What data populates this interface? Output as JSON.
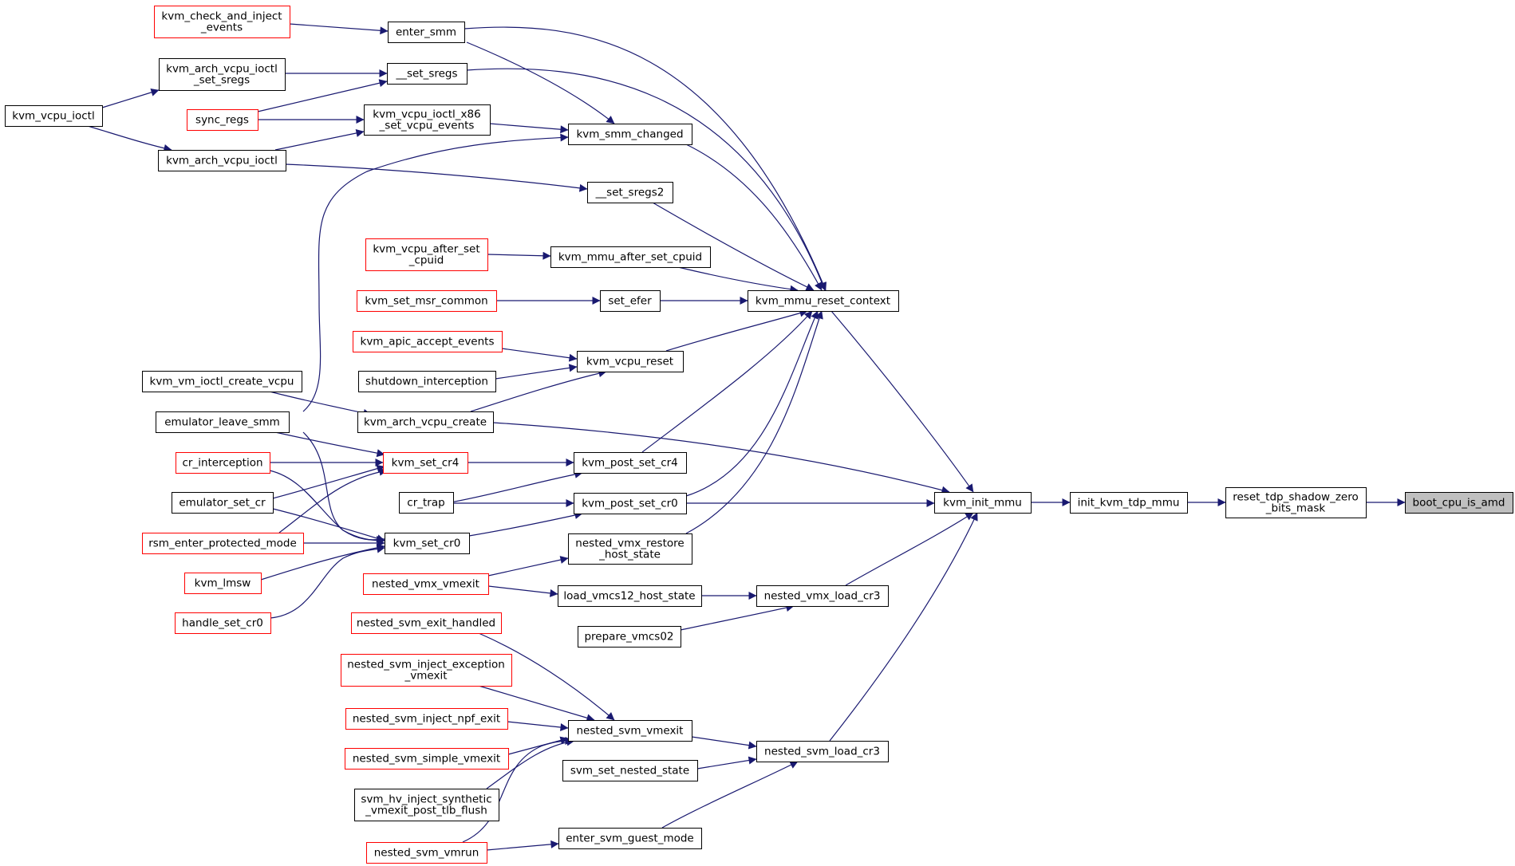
{
  "colors": {
    "background": "#ffffff",
    "edge": "#191970",
    "node_border_normal": "#000000",
    "node_border_truncated": "#ff0000",
    "node_fill": "#ffffff",
    "node_fill_highlight": "#bfbfbf",
    "text": "#000000"
  },
  "nodes": {
    "boot_cpu_is_amd": {
      "lines": [
        "boot_cpu_is_amd"
      ],
      "style": "highlight"
    },
    "reset_tdp_shadow_zero_bits_mask": {
      "lines": [
        "reset_tdp_shadow_zero",
        "_bits_mask"
      ],
      "style": "normal"
    },
    "init_kvm_tdp_mmu": {
      "lines": [
        "init_kvm_tdp_mmu"
      ],
      "style": "normal"
    },
    "kvm_init_mmu": {
      "lines": [
        "kvm_init_mmu"
      ],
      "style": "normal"
    },
    "kvm_mmu_reset_context": {
      "lines": [
        "kvm_mmu_reset_context"
      ],
      "style": "normal"
    },
    "nested_vmx_load_cr3": {
      "lines": [
        "nested_vmx_load_cr3"
      ],
      "style": "normal"
    },
    "nested_svm_load_cr3": {
      "lines": [
        "nested_svm_load_cr3"
      ],
      "style": "normal"
    },
    "kvm_arch_vcpu_create": {
      "lines": [
        "kvm_arch_vcpu_create"
      ],
      "style": "normal"
    },
    "kvm_post_set_cr0": {
      "lines": [
        "kvm_post_set_cr0"
      ],
      "style": "normal"
    },
    "kvm_post_set_cr4": {
      "lines": [
        "kvm_post_set_cr4"
      ],
      "style": "normal"
    },
    "enter_smm": {
      "lines": [
        "enter_smm"
      ],
      "style": "normal"
    },
    "set_sregs": {
      "lines": [
        "__set_sregs"
      ],
      "style": "normal"
    },
    "kvm_smm_changed": {
      "lines": [
        "kvm_smm_changed"
      ],
      "style": "normal"
    },
    "set_sregs2": {
      "lines": [
        "__set_sregs2"
      ],
      "style": "normal"
    },
    "kvm_mmu_after_set_cpuid": {
      "lines": [
        "kvm_mmu_after_set_cpuid"
      ],
      "style": "normal"
    },
    "set_efer": {
      "lines": [
        "set_efer"
      ],
      "style": "normal"
    },
    "kvm_vcpu_reset": {
      "lines": [
        "kvm_vcpu_reset"
      ],
      "style": "normal"
    },
    "nested_vmx_restore_host_state": {
      "lines": [
        "nested_vmx_restore",
        "_host_state"
      ],
      "style": "normal"
    },
    "kvm_vcpu_ioctl_x86_set_vcpu_events": {
      "lines": [
        "kvm_vcpu_ioctl_x86",
        "_set_vcpu_events"
      ],
      "style": "normal"
    },
    "kvm_set_cr4": {
      "lines": [
        "kvm_set_cr4"
      ],
      "style": "truncated"
    },
    "kvm_set_cr0": {
      "lines": [
        "kvm_set_cr0"
      ],
      "style": "normal"
    },
    "cr_trap": {
      "lines": [
        "cr_trap"
      ],
      "style": "normal"
    },
    "load_vmcs12_host_state": {
      "lines": [
        "load_vmcs12_host_state"
      ],
      "style": "normal"
    },
    "prepare_vmcs02": {
      "lines": [
        "prepare_vmcs02"
      ],
      "style": "normal"
    },
    "nested_svm_vmexit": {
      "lines": [
        "nested_svm_vmexit"
      ],
      "style": "normal"
    },
    "svm_set_nested_state": {
      "lines": [
        "svm_set_nested_state"
      ],
      "style": "normal"
    },
    "enter_svm_guest_mode": {
      "lines": [
        "enter_svm_guest_mode"
      ],
      "style": "normal"
    },
    "kvm_check_and_inject_events": {
      "lines": [
        "kvm_check_and_inject",
        "_events"
      ],
      "style": "truncated"
    },
    "kvm_arch_vcpu_ioctl_set_sregs": {
      "lines": [
        "kvm_arch_vcpu_ioctl",
        "_set_sregs"
      ],
      "style": "normal"
    },
    "sync_regs": {
      "lines": [
        "sync_regs"
      ],
      "style": "truncated"
    },
    "kvm_arch_vcpu_ioctl": {
      "lines": [
        "kvm_arch_vcpu_ioctl"
      ],
      "style": "normal"
    },
    "kvm_vcpu_ioctl": {
      "lines": [
        "kvm_vcpu_ioctl"
      ],
      "style": "normal"
    },
    "kvm_vcpu_after_set_cpuid": {
      "lines": [
        "kvm_vcpu_after_set",
        "_cpuid"
      ],
      "style": "truncated"
    },
    "kvm_set_msr_common": {
      "lines": [
        "kvm_set_msr_common"
      ],
      "style": "truncated"
    },
    "kvm_apic_accept_events": {
      "lines": [
        "kvm_apic_accept_events"
      ],
      "style": "truncated"
    },
    "shutdown_interception": {
      "lines": [
        "shutdown_interception"
      ],
      "style": "normal"
    },
    "kvm_vm_ioctl_create_vcpu": {
      "lines": [
        "kvm_vm_ioctl_create_vcpu"
      ],
      "style": "normal"
    },
    "emulator_leave_smm": {
      "lines": [
        "emulator_leave_smm"
      ],
      "style": "normal"
    },
    "cr_interception": {
      "lines": [
        "cr_interception"
      ],
      "style": "truncated"
    },
    "emulator_set_cr": {
      "lines": [
        "emulator_set_cr"
      ],
      "style": "normal"
    },
    "rsm_enter_protected_mode": {
      "lines": [
        "rsm_enter_protected_mode"
      ],
      "style": "truncated"
    },
    "kvm_lmsw": {
      "lines": [
        "kvm_lmsw"
      ],
      "style": "truncated"
    },
    "handle_set_cr0": {
      "lines": [
        "handle_set_cr0"
      ],
      "style": "truncated"
    },
    "nested_vmx_vmexit": {
      "lines": [
        "nested_vmx_vmexit"
      ],
      "style": "truncated"
    },
    "nested_svm_exit_handled": {
      "lines": [
        "nested_svm_exit_handled"
      ],
      "style": "truncated"
    },
    "nested_svm_inject_exception_vmexit": {
      "lines": [
        "nested_svm_inject_exception",
        "_vmexit"
      ],
      "style": "truncated"
    },
    "nested_svm_inject_npf_exit": {
      "lines": [
        "nested_svm_inject_npf_exit"
      ],
      "style": "truncated"
    },
    "nested_svm_simple_vmexit": {
      "lines": [
        "nested_svm_simple_vmexit"
      ],
      "style": "truncated"
    },
    "svm_hv_inject_synthetic_vmexit_post_tlb_flush": {
      "lines": [
        "svm_hv_inject_synthetic",
        "_vmexit_post_tlb_flush"
      ],
      "style": "normal"
    },
    "nested_svm_vmrun": {
      "lines": [
        "nested_svm_vmrun"
      ],
      "style": "truncated"
    }
  },
  "edges": [
    {
      "from": "reset_tdp_shadow_zero_bits_mask",
      "to": "boot_cpu_is_amd"
    },
    {
      "from": "init_kvm_tdp_mmu",
      "to": "reset_tdp_shadow_zero_bits_mask"
    },
    {
      "from": "kvm_init_mmu",
      "to": "init_kvm_tdp_mmu"
    },
    {
      "from": "kvm_mmu_reset_context",
      "to": "kvm_init_mmu"
    },
    {
      "from": "kvm_arch_vcpu_create",
      "to": "kvm_init_mmu"
    },
    {
      "from": "kvm_post_set_cr0",
      "to": "kvm_init_mmu"
    },
    {
      "from": "nested_vmx_load_cr3",
      "to": "kvm_init_mmu"
    },
    {
      "from": "nested_svm_load_cr3",
      "to": "kvm_init_mmu"
    },
    {
      "from": "enter_smm",
      "to": "kvm_mmu_reset_context"
    },
    {
      "from": "set_sregs",
      "to": "kvm_mmu_reset_context"
    },
    {
      "from": "kvm_smm_changed",
      "to": "kvm_mmu_reset_context"
    },
    {
      "from": "set_sregs2",
      "to": "kvm_mmu_reset_context"
    },
    {
      "from": "kvm_mmu_after_set_cpuid",
      "to": "kvm_mmu_reset_context"
    },
    {
      "from": "set_efer",
      "to": "kvm_mmu_reset_context"
    },
    {
      "from": "kvm_vcpu_reset",
      "to": "kvm_mmu_reset_context"
    },
    {
      "from": "kvm_post_set_cr4",
      "to": "kvm_mmu_reset_context"
    },
    {
      "from": "kvm_post_set_cr0",
      "to": "kvm_mmu_reset_context"
    },
    {
      "from": "nested_vmx_restore_host_state",
      "to": "kvm_mmu_reset_context"
    },
    {
      "from": "kvm_check_and_inject_events",
      "to": "enter_smm"
    },
    {
      "from": "enter_smm",
      "to": "kvm_smm_changed"
    },
    {
      "from": "kvm_arch_vcpu_ioctl_set_sregs",
      "to": "set_sregs"
    },
    {
      "from": "sync_regs",
      "to": "set_sregs"
    },
    {
      "from": "kvm_vcpu_ioctl",
      "to": "kvm_arch_vcpu_ioctl_set_sregs"
    },
    {
      "from": "kvm_vcpu_ioctl",
      "to": "kvm_arch_vcpu_ioctl"
    },
    {
      "from": "sync_regs",
      "to": "kvm_vcpu_ioctl_x86_set_vcpu_events"
    },
    {
      "from": "kvm_arch_vcpu_ioctl",
      "to": "kvm_vcpu_ioctl_x86_set_vcpu_events"
    },
    {
      "from": "kvm_vcpu_ioctl_x86_set_vcpu_events",
      "to": "kvm_smm_changed"
    },
    {
      "from": "emulator_leave_smm",
      "to": "kvm_smm_changed"
    },
    {
      "from": "kvm_arch_vcpu_ioctl",
      "to": "set_sregs2"
    },
    {
      "from": "kvm_vcpu_after_set_cpuid",
      "to": "kvm_mmu_after_set_cpuid"
    },
    {
      "from": "kvm_set_msr_common",
      "to": "set_efer"
    },
    {
      "from": "kvm_apic_accept_events",
      "to": "kvm_vcpu_reset"
    },
    {
      "from": "shutdown_interception",
      "to": "kvm_vcpu_reset"
    },
    {
      "from": "kvm_arch_vcpu_create",
      "to": "kvm_vcpu_reset"
    },
    {
      "from": "kvm_vm_ioctl_create_vcpu",
      "to": "kvm_arch_vcpu_create"
    },
    {
      "from": "kvm_set_cr4",
      "to": "kvm_post_set_cr4"
    },
    {
      "from": "emulator_set_cr",
      "to": "kvm_post_set_cr4"
    },
    {
      "from": "cr_trap",
      "to": "kvm_post_set_cr0"
    },
    {
      "from": "kvm_set_cr0",
      "to": "kvm_post_set_cr0"
    },
    {
      "from": "emulator_leave_smm",
      "to": "kvm_set_cr4"
    },
    {
      "from": "cr_interception",
      "to": "kvm_set_cr4"
    },
    {
      "from": "emulator_set_cr",
      "to": "kvm_set_cr4"
    },
    {
      "from": "rsm_enter_protected_mode",
      "to": "kvm_set_cr4"
    },
    {
      "from": "emulator_leave_smm",
      "to": "kvm_set_cr0"
    },
    {
      "from": "cr_interception",
      "to": "kvm_set_cr0"
    },
    {
      "from": "emulator_set_cr",
      "to": "kvm_set_cr0"
    },
    {
      "from": "rsm_enter_protected_mode",
      "to": "kvm_set_cr0"
    },
    {
      "from": "kvm_lmsw",
      "to": "kvm_set_cr0"
    },
    {
      "from": "handle_set_cr0",
      "to": "kvm_set_cr0"
    },
    {
      "from": "nested_vmx_vmexit",
      "to": "nested_vmx_restore_host_state"
    },
    {
      "from": "nested_vmx_vmexit",
      "to": "load_vmcs12_host_state"
    },
    {
      "from": "load_vmcs12_host_state",
      "to": "nested_vmx_load_cr3"
    },
    {
      "from": "prepare_vmcs02",
      "to": "nested_vmx_load_cr3"
    },
    {
      "from": "nested_svm_exit_handled",
      "to": "nested_svm_vmexit"
    },
    {
      "from": "nested_svm_inject_exception_vmexit",
      "to": "nested_svm_vmexit"
    },
    {
      "from": "nested_svm_inject_npf_exit",
      "to": "nested_svm_vmexit"
    },
    {
      "from": "nested_svm_simple_vmexit",
      "to": "nested_svm_vmexit"
    },
    {
      "from": "svm_hv_inject_synthetic_vmexit_post_tlb_flush",
      "to": "nested_svm_vmexit"
    },
    {
      "from": "nested_svm_vmrun",
      "to": "nested_svm_vmexit"
    },
    {
      "from": "nested_svm_vmexit",
      "to": "nested_svm_load_cr3"
    },
    {
      "from": "svm_set_nested_state",
      "to": "nested_svm_load_cr3"
    },
    {
      "from": "enter_svm_guest_mode",
      "to": "nested_svm_load_cr3"
    },
    {
      "from": "nested_svm_vmrun",
      "to": "enter_svm_guest_mode"
    }
  ]
}
